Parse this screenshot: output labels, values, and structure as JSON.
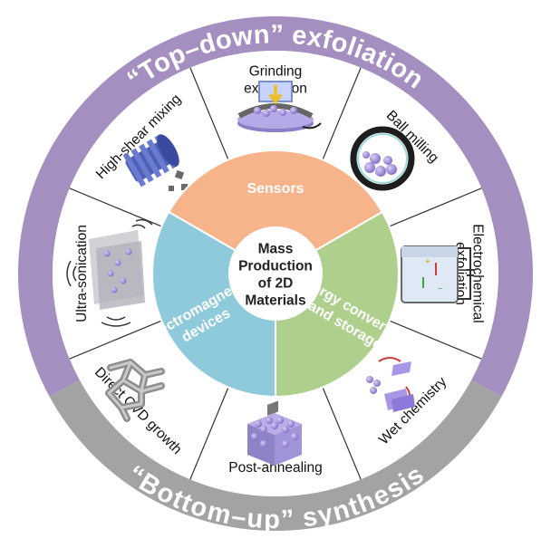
{
  "outer_ring": {
    "top_label": "“Top–down” exfoliation",
    "bottom_label": "“Bottom–up” synthesis",
    "top_color": "#a48fc0",
    "bottom_color": "#a3a3a3"
  },
  "methods": [
    {
      "lines": [
        "Grinding",
        "exfoliation"
      ],
      "group": "top-down"
    },
    {
      "lines": [
        "Ball milling"
      ],
      "group": "top-down"
    },
    {
      "lines": [
        "Electrochemical",
        "exfoliation"
      ],
      "group": "top-down"
    },
    {
      "lines": [
        "Wet chemistry"
      ],
      "group": "bottom-up"
    },
    {
      "lines": [
        "Post-annealing"
      ],
      "group": "bottom-up"
    },
    {
      "lines": [
        "Direct CVD growth"
      ],
      "group": "bottom-up"
    },
    {
      "lines": [
        "Ultra-sonication"
      ],
      "group": "top-down"
    },
    {
      "lines": [
        "High-shear mixing"
      ],
      "group": "top-down"
    }
  ],
  "applications": [
    {
      "lines": [
        "Sensors"
      ],
      "color": "#f7b48a"
    },
    {
      "lines": [
        "Energy conversion",
        "and storage"
      ],
      "color": "#afd08d"
    },
    {
      "lines": [
        "Electromagnetic",
        "devices"
      ],
      "color": "#8fc9dc"
    }
  ],
  "center": {
    "lines": [
      "Mass",
      "Production",
      "of 2D",
      "Materials"
    ]
  },
  "illustration_colors": {
    "purple": "#9c87d6",
    "dark_purple": "#5a4aa0",
    "gray": "#9a9a9a",
    "blue_frame": "#7a8fd0"
  }
}
